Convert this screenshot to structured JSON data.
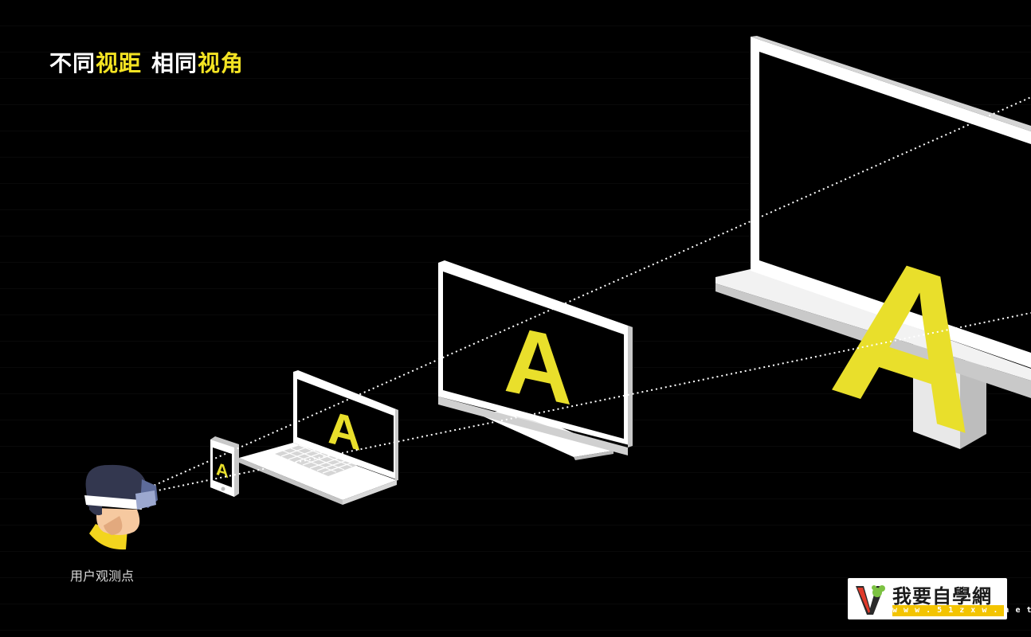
{
  "title": {
    "part1": "不同",
    "part2": "视距",
    "part3": "相同",
    "part4": "视角"
  },
  "observer_label": "用户观测点",
  "screen_letter": "A",
  "devices": [
    {
      "name": "phone",
      "letter": "A"
    },
    {
      "name": "laptop",
      "letter": "A"
    },
    {
      "name": "monitor",
      "letter": "A"
    },
    {
      "name": "large-display",
      "letter": "A"
    }
  ],
  "logo": {
    "name": "我要自學網",
    "url": "w w w . 5 1 z x w . n e t"
  },
  "colors": {
    "background": "#000000",
    "accent": "#f3e323",
    "device": "#ffffff"
  }
}
